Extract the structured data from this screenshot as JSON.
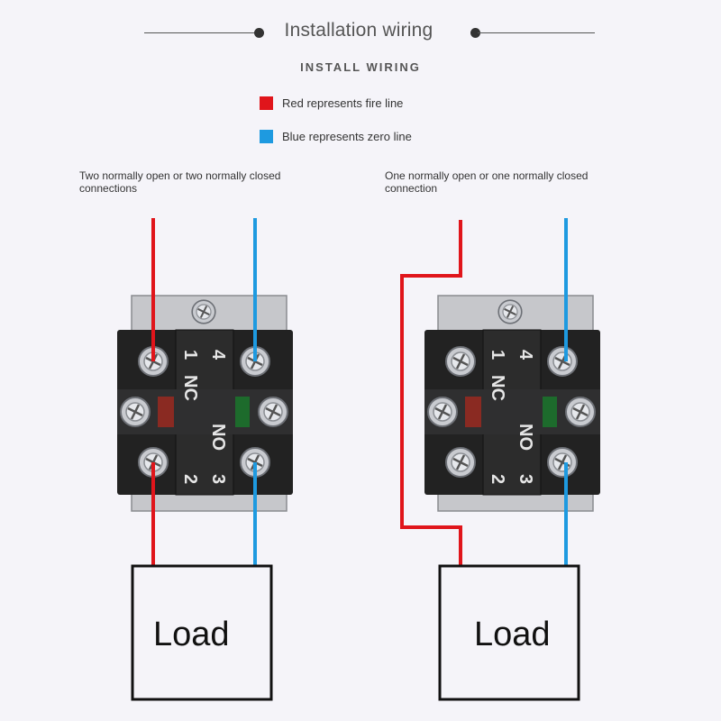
{
  "header": {
    "title": "Installation wiring",
    "subtitle": "INSTALL WIRING"
  },
  "legend": [
    {
      "label": "Red represents fire line",
      "color": "#e0151b"
    },
    {
      "label": "Blue represents zero line",
      "color": "#1e9ae0"
    }
  ],
  "diagrams": [
    {
      "caption": "Two normally open or two normally closed connections",
      "load_label": "Load",
      "terminals": {
        "t1": "1",
        "t2": "2",
        "t3": "3",
        "t4": "4",
        "nc": "NC",
        "no": "NO"
      }
    },
    {
      "caption": "One normally open or one normally closed connection",
      "load_label": "Load",
      "terminals": {
        "t1": "1",
        "t2": "2",
        "t3": "3",
        "t4": "4",
        "nc": "NC",
        "no": "NO"
      }
    }
  ],
  "colors": {
    "fire_line": "#e0151b",
    "zero_line": "#1e9ae0",
    "switch_body": "#222222"
  }
}
